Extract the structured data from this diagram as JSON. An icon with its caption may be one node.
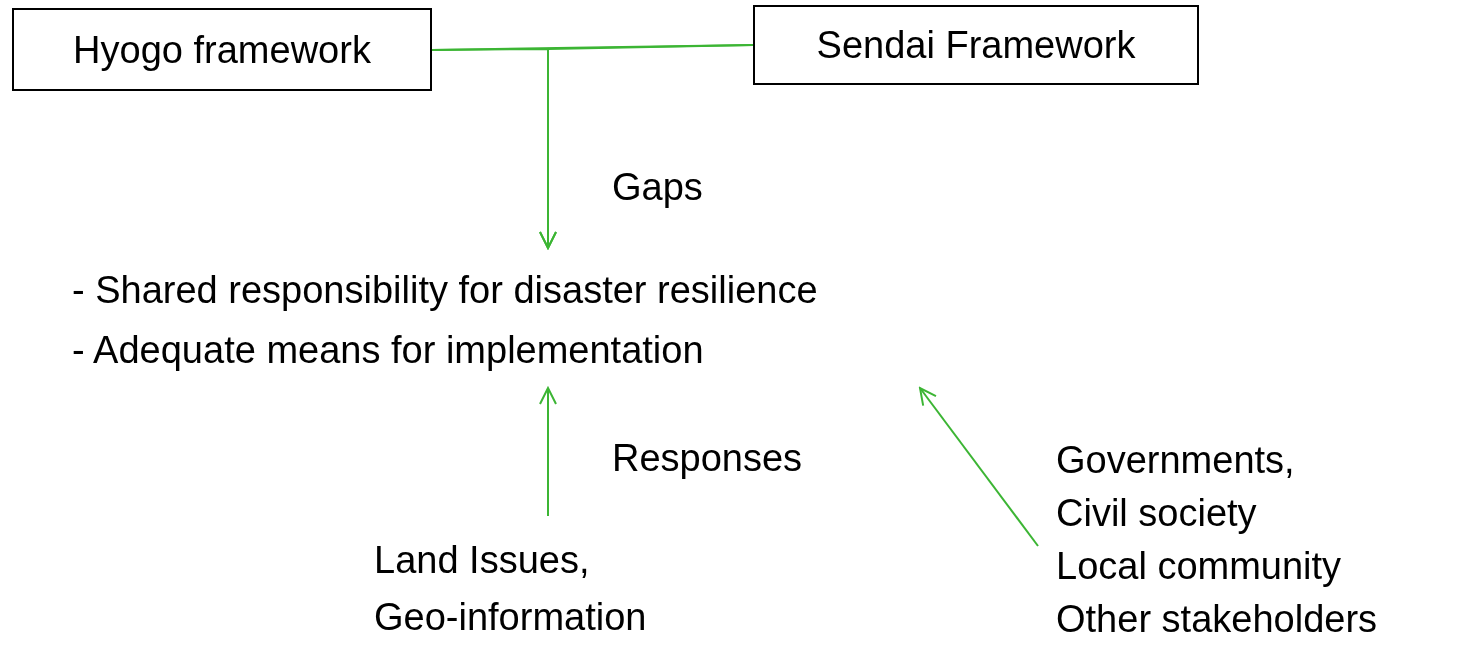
{
  "diagram": {
    "nodes": [
      {
        "text": [
          "Hyogo framework"
        ]
      },
      {
        "text": [
          "Sendai Framework"
        ]
      },
      {
        "text": [
          "- Shared responsibility for disaster resilience",
          "- Adequate means for implementation"
        ]
      },
      {
        "text": [
          "Land Issues,",
          "Geo-information"
        ]
      },
      {
        "text": [
          "Governments,",
          "Civil society",
          "Local community",
          "Other stakeholders"
        ]
      }
    ],
    "edges": [
      {
        "from": 0,
        "to": 1,
        "arrow": "none"
      },
      {
        "from": 0,
        "to": 2,
        "arrow": "to",
        "label": "Gaps"
      },
      {
        "from": 1,
        "to": 2,
        "arrow": "to"
      },
      {
        "from": 3,
        "to": 2,
        "arrow": "to",
        "label": "Responses"
      },
      {
        "from": 4,
        "to": 2,
        "arrow": "to"
      }
    ]
  }
}
